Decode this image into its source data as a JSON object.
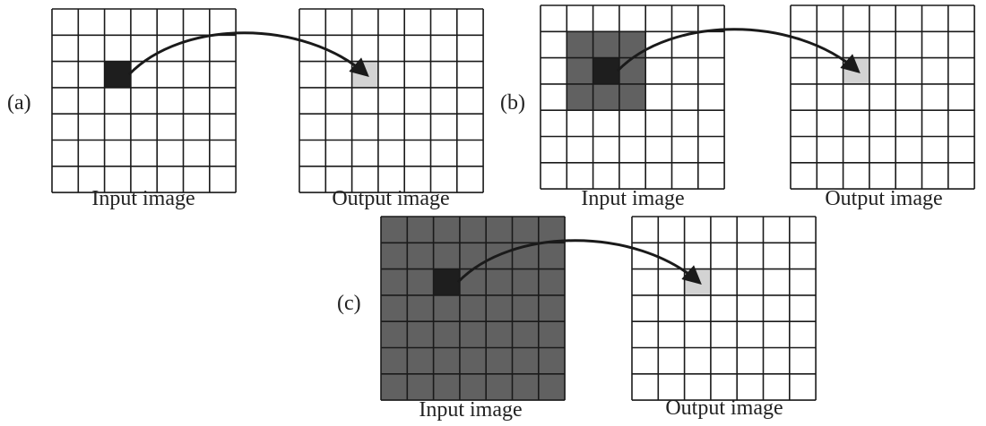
{
  "panels": [
    {
      "label": "(a)",
      "input": {
        "caption": "Input image",
        "rows": 7,
        "cols": 7,
        "neighborhood": 0,
        "target": [
          2,
          2
        ]
      },
      "output": {
        "caption": "Output image",
        "rows": 7,
        "cols": 7,
        "target": [
          2,
          2
        ]
      }
    },
    {
      "label": "(b)",
      "input": {
        "caption": "Input image",
        "rows": 7,
        "cols": 7,
        "neighborhood": 1,
        "target": [
          2,
          2
        ]
      },
      "output": {
        "caption": "Output image",
        "rows": 7,
        "cols": 7,
        "target": [
          2,
          2
        ]
      }
    },
    {
      "label": "(c)",
      "input": {
        "caption": "Input image",
        "rows": 7,
        "cols": 7,
        "neighborhood": "all",
        "target": [
          2,
          2
        ]
      },
      "output": {
        "caption": "Output image",
        "rows": 7,
        "cols": 7,
        "target": [
          2,
          2
        ]
      }
    }
  ],
  "colors": {
    "grid_line": "#1a1a1a",
    "cell_background": "#ffffff",
    "neighborhood_fill": "#616161",
    "center_fill": "#1e1e1e",
    "output_fill": "#d3d3d3",
    "arrow": "#1a1a1a"
  }
}
